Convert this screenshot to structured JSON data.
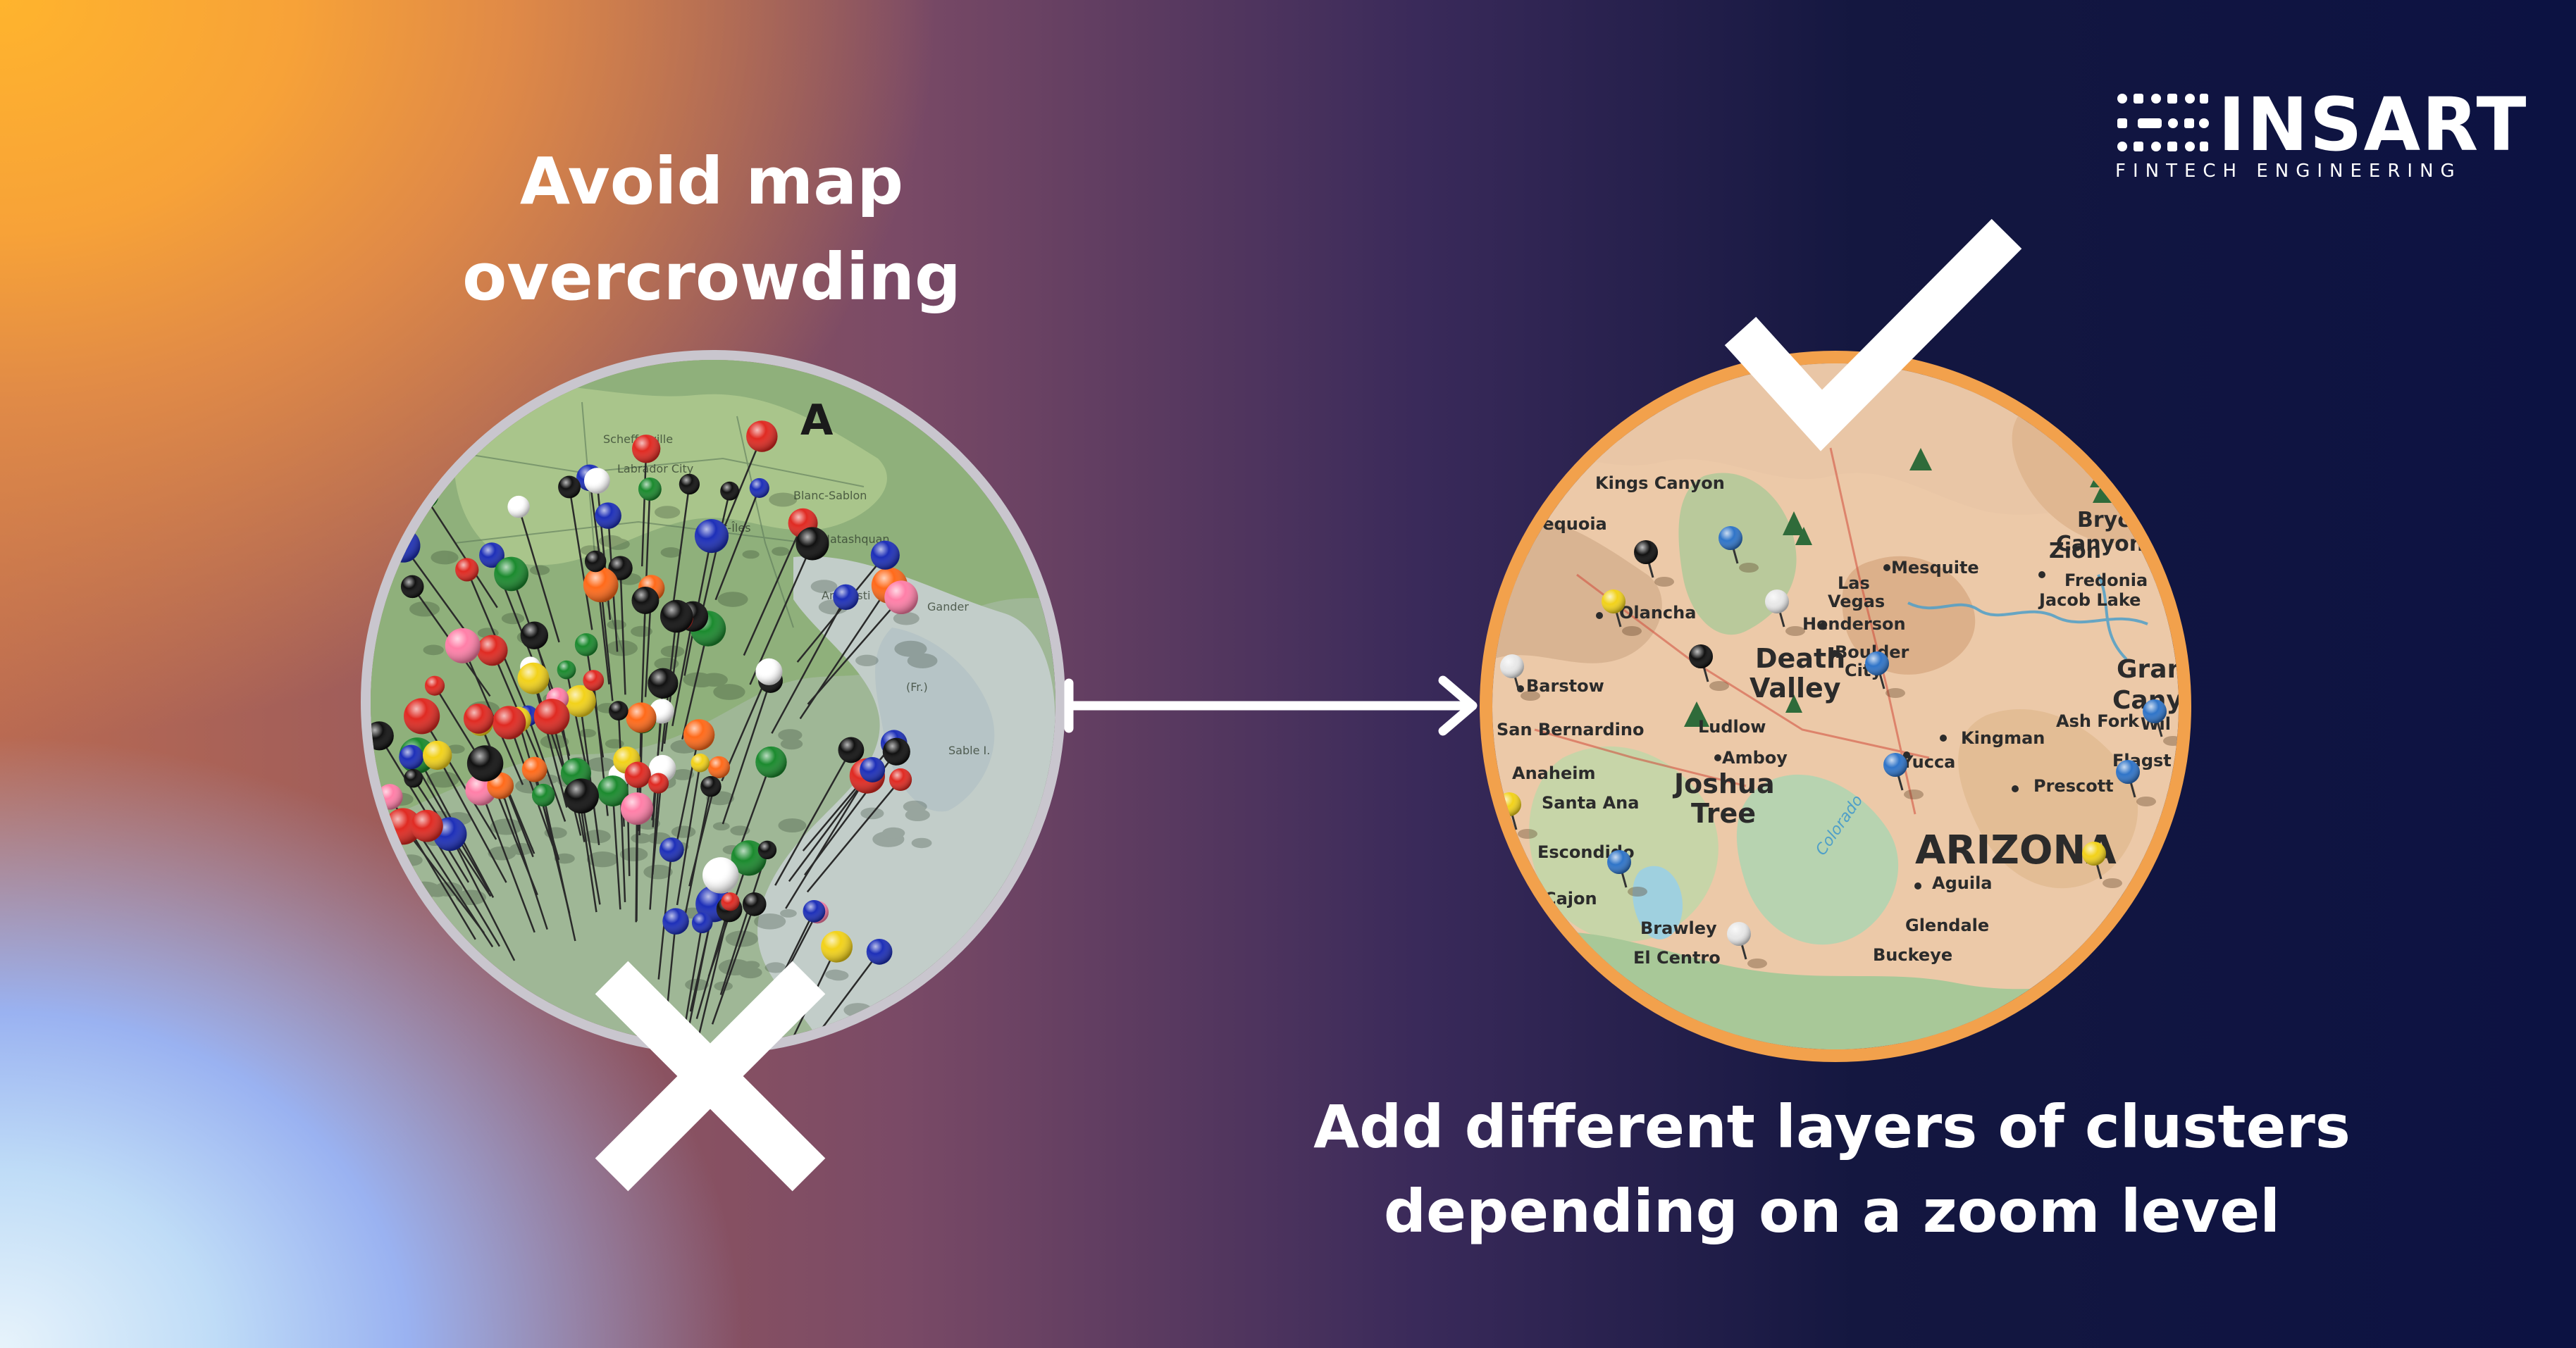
{
  "left_panel": {
    "headline_line1": "Avoid map",
    "headline_line2": "overcrowding",
    "image": "map-with-many-pins",
    "status_icon": "cross-icon"
  },
  "right_panel": {
    "headline_line1": "Add different layers of clusters",
    "headline_line2": "depending on a zoom level",
    "image": "zoomed-map-with-few-pins",
    "status_icon": "checkmark-icon",
    "map_labels": {
      "arizona": "ARIZONA",
      "death_valley_1": "Death",
      "death_valley_2": "Valley",
      "joshua_tree_1": "Joshua",
      "joshua_tree_2": "Tree",
      "zion": "Zion",
      "bryce_1": "Bryce",
      "bryce_2": "Canyon",
      "kingman": "Kingman",
      "yucca": "Yucca",
      "prescott": "Prescott",
      "aguila": "Aguila",
      "glendale": "Glendale",
      "buckeye": "Buckeye",
      "ash_fork": "Ash Fork",
      "grand_canyon_1": "Gran",
      "grand_canyon_2": "Cany",
      "barstow": "Barstow",
      "amboy": "Amboy",
      "mesquite": "Mesquite",
      "las_vegas_1": "Las",
      "las_vegas_2": "Vegas",
      "henderson": "Henderson",
      "boulder_city_1": "Boulder",
      "boulder_city_2": "City",
      "fredonia": "Fredonia",
      "jacob_lake": "Jacob Lake",
      "kings_canyon": "Kings Canyon",
      "sequoia": "Sequoia",
      "olancha": "Olancha",
      "san_bernardino": "San Bernardino",
      "anaheim": "Anaheim",
      "santa_ana": "Santa Ana",
      "escondido": "Escondido",
      "el_cajon": "El Cajon",
      "brawley": "Brawley",
      "el_centro": "El Centro",
      "colorado": "Colorado",
      "ludlow": "Ludlow",
      "flagstaff": "Flagst",
      "williams": "Wil"
    }
  },
  "connector": {
    "icon": "arrow-right-icon"
  },
  "logo": {
    "wordmark": "INSART",
    "tagline": "FINTECH ENGINEERING",
    "icon": "insart-logo-mark"
  },
  "colors": {
    "orange": "#ffb42d",
    "navy": "#0c1242",
    "ring_left": "#c9c6ce",
    "ring_right": "#f2a14c",
    "white": "#ffffff"
  }
}
